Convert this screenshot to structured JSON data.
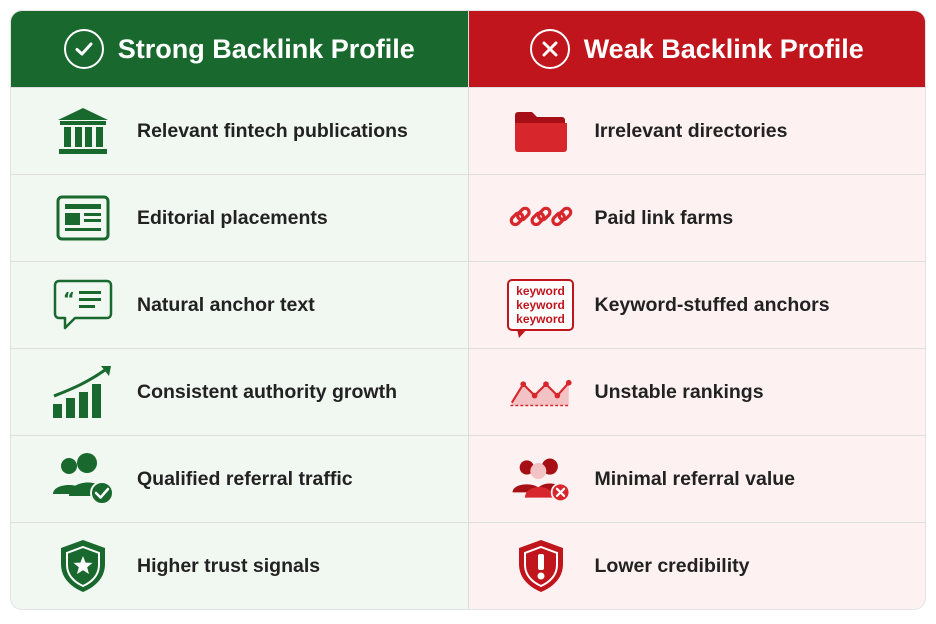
{
  "strong": {
    "title": "Strong Backlink Profile",
    "color": "#19692f",
    "items": [
      {
        "label": "Relevant fintech publications",
        "icon": "bank-icon"
      },
      {
        "label": "Editorial placements",
        "icon": "newspaper-icon"
      },
      {
        "label": "Natural anchor text",
        "icon": "quote-bubble-icon"
      },
      {
        "label": "Consistent authority growth",
        "icon": "growth-chart-icon"
      },
      {
        "label": "Qualified referral traffic",
        "icon": "users-check-icon"
      },
      {
        "label": "Higher trust signals",
        "icon": "shield-star-icon"
      }
    ]
  },
  "weak": {
    "title": "Weak Backlink Profile",
    "color": "#c0151c",
    "items": [
      {
        "label": "Irrelevant directories",
        "icon": "folder-icon"
      },
      {
        "label": "Paid link farms",
        "icon": "chain-links-icon"
      },
      {
        "label": "Keyword-stuffed anchors",
        "icon": "keyword-bubble-icon"
      },
      {
        "label": "Unstable rankings",
        "icon": "volatile-line-icon"
      },
      {
        "label": "Minimal referral value",
        "icon": "users-x-icon"
      },
      {
        "label": "Lower credibility",
        "icon": "shield-alert-icon"
      }
    ],
    "keyword_bubble": [
      "keyword",
      "keyword",
      "keyword"
    ]
  }
}
